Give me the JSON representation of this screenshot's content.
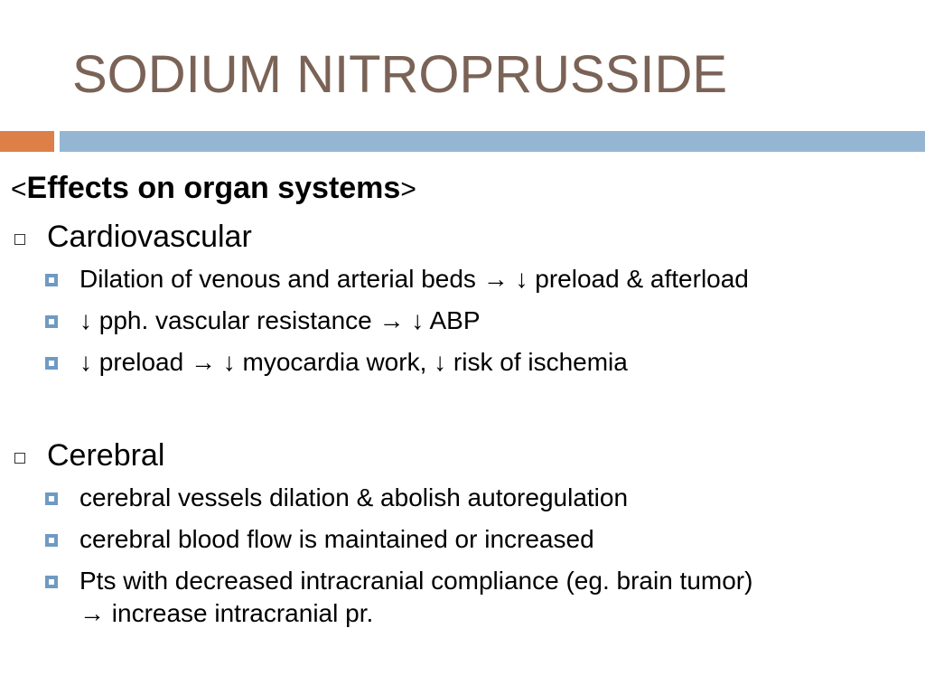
{
  "slide": {
    "title": "SODIUM NITROPRUSSIDE",
    "heading_open": "<",
    "heading_text": "Effects on organ systems",
    "heading_close": ">",
    "sections": [
      {
        "label": "Cardiovascular",
        "items": [
          "Dilation of venous and arterial beds → ↓ preload & afterload",
          "↓ pph. vascular resistance  → ↓  ABP",
          "↓ preload → ↓ myocardia work, ↓ risk of ischemia"
        ]
      },
      {
        "label": "Cerebral",
        "items": [
          "cerebral vessels dilation & abolish autoregulation",
          "cerebral blood flow is maintained or increased",
          "Pts with decreased intracranial compliance (eg. brain tumor)",
          "→ increase intracranial pr."
        ]
      }
    ],
    "colors": {
      "title": "#7a6356",
      "accent_orange": "#dd8047",
      "accent_blue": "#94b6d2",
      "bullet_blue": "#6f9ac2"
    }
  }
}
